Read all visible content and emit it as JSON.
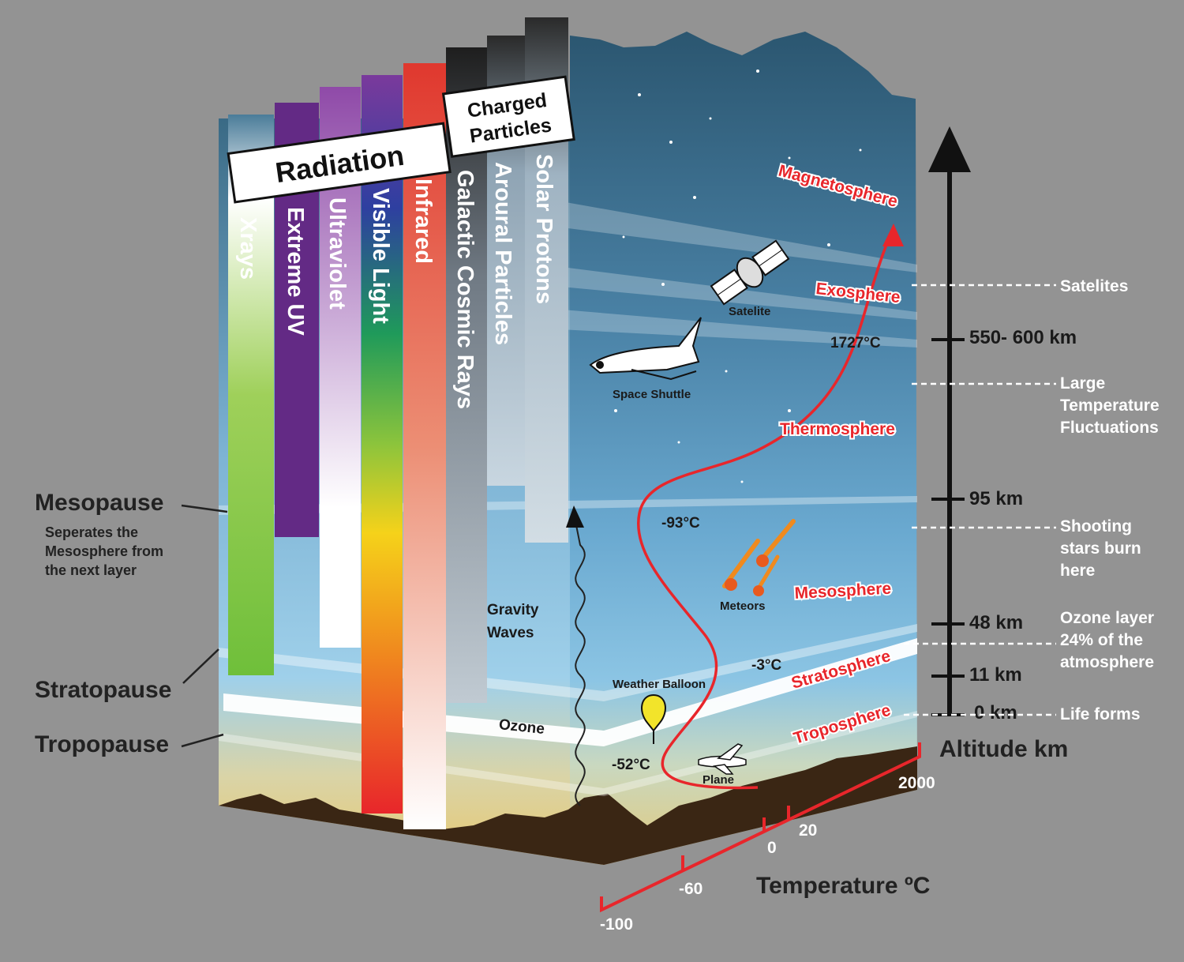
{
  "radiation_header": "Radiation",
  "charged_header_line1": "Charged",
  "charged_header_line2": "Particles",
  "bands": [
    {
      "label": "Xrays"
    },
    {
      "label": "Extreme UV"
    },
    {
      "label": "Ultraviolet"
    },
    {
      "label": "Visible Light"
    },
    {
      "label": "Infrared"
    },
    {
      "label": "Galactic Cosmic Rays"
    },
    {
      "label": "Aroural Particles"
    },
    {
      "label": "Solar Protons"
    }
  ],
  "layers": {
    "magnetosphere": "Magnetosphere",
    "exosphere": "Exosphere",
    "thermosphere": "Thermosphere",
    "mesosphere": "Mesosphere",
    "stratosphere": "Stratosphere",
    "troposphere": "Troposphere"
  },
  "objects": {
    "satelite": "Satelite",
    "space_shuttle": "Space Shuttle",
    "meteors": "Meteors",
    "weather_balloon": "Weather Balloon",
    "plane": "Plane",
    "gravity_waves_1": "Gravity",
    "gravity_waves_2": "Waves",
    "ozone": "Ozone"
  },
  "temperatures": {
    "t1": "1727°C",
    "t2": "-93°C",
    "t3": "-3°C",
    "t4": "-52°C"
  },
  "altitude": {
    "title": "Altitude km",
    "ticks": [
      "550- 600 km",
      "95 km",
      "48 km",
      "11 km",
      "0 km"
    ]
  },
  "notes": {
    "satelites": "Satelites",
    "large_temp_1": "Large",
    "large_temp_2": "Temperature",
    "large_temp_3": "Fluctuations",
    "shooting_1": "Shooting",
    "shooting_2": "stars burn",
    "shooting_3": "here",
    "ozone_1": "Ozone layer",
    "ozone_2": "24% of the",
    "ozone_3": "atmosphere",
    "life": "Life forms"
  },
  "boundaries": {
    "mesopause": "Mesopause",
    "mesopause_desc_1": "Seperates the",
    "mesopause_desc_2": "Mesosphere from",
    "mesopause_desc_3": "the next layer",
    "stratopause": "Stratopause",
    "tropopause": "Tropopause"
  },
  "temperature_axis": {
    "title": "Temperature ºC",
    "ticks": [
      "-100",
      "-60",
      "0",
      "20",
      "2000"
    ]
  },
  "colors": {
    "background": "#939393",
    "layer_red": "#e8262b",
    "sky_top": "#2b5670",
    "sky_bottom": "#d9c98a"
  }
}
